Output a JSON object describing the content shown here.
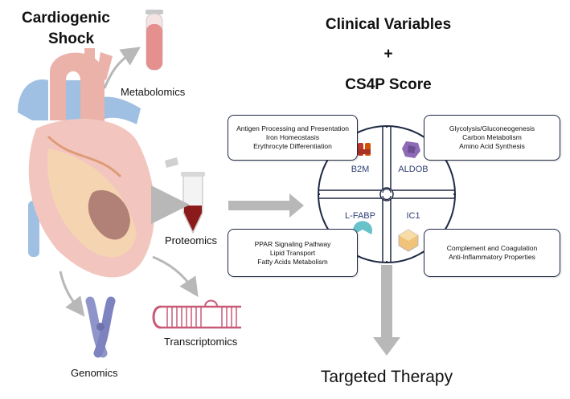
{
  "title": {
    "line1": "Cardiogenic",
    "line2": "Shock"
  },
  "omics": {
    "metabolomics": "Metabolomics",
    "proteomics": "Proteomics",
    "transcriptomics": "Transcriptomics",
    "genomics": "Genomics"
  },
  "header": {
    "line1": "Clinical Variables",
    "plus": "+",
    "line2": "CS4P Score"
  },
  "proteins": {
    "b2m": {
      "label": "B2M",
      "functions": [
        "Antigen Processing and Presentation",
        "Iron Homeostasis",
        "Erythrocyte Differentiation"
      ]
    },
    "aldob": {
      "label": "ALDOB",
      "functions": [
        "Glycolysis/Gluconeogenesis",
        "Carbon Metabolism",
        "Amino Acid Synthesis"
      ]
    },
    "lfabp": {
      "label": "L-FABP",
      "functions": [
        "PPAR Signaling Pathway",
        "Lipid Transport",
        "Fatty Acids Metabolism"
      ]
    },
    "ic1": {
      "label": "IC1",
      "functions": [
        "Complement and Coagulation",
        "Anti-Inflammatory Properties"
      ]
    }
  },
  "outcome": "Targeted Therapy",
  "colors": {
    "border": "#1f2a44",
    "label": "#2d3f73",
    "arrow": "#b8b8b8",
    "heart_red": "#e8a59c",
    "heart_blue": "#8fb6dd",
    "b2m_icon": "#c0392b",
    "aldob_icon": "#8e6bb5",
    "lfabp_icon": "#67c2c9",
    "ic1_icon": "#f0c27a"
  },
  "icons": [
    "heart-icon",
    "blood-tube-icon",
    "microtube-icon",
    "chromosome-icon",
    "rna-hairpin-icon"
  ]
}
